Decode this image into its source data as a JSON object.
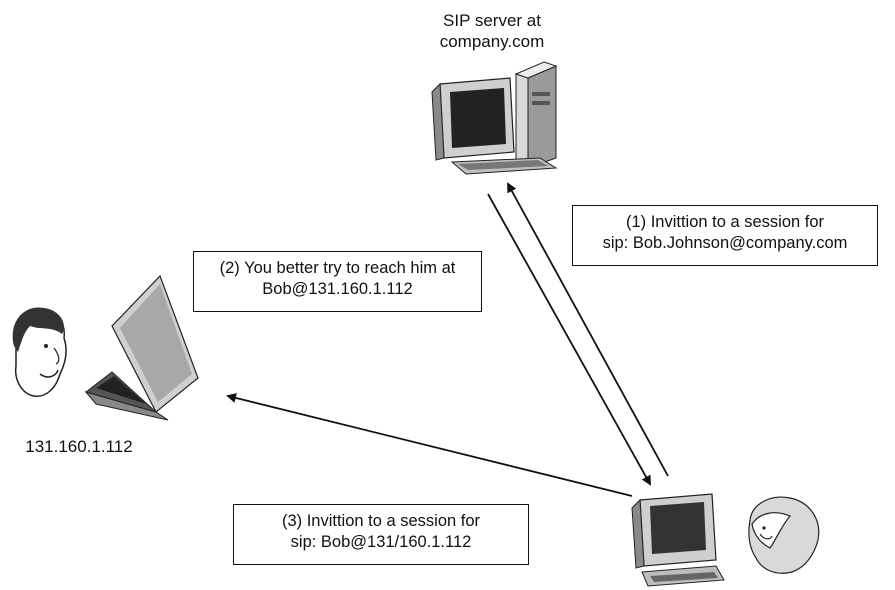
{
  "server": {
    "label_line1": "SIP server at",
    "label_line2": "company.com"
  },
  "laptop": {
    "address": "131.160.1.112"
  },
  "messages": [
    {
      "line1": "(1) Invittion to a session for",
      "line2": "sip: Bob.Johnson@company.com"
    },
    {
      "line1": "(2) You better try to reach him at",
      "line2": "Bob@131.160.1.112"
    },
    {
      "line1": "(3) Invittion to a session for",
      "line2": "sip: Bob@131/160.1.112"
    }
  ],
  "icons": [
    "server-computer-icon",
    "laptop-icon",
    "bob-face-icon",
    "desktop-computer-icon",
    "alice-face-icon"
  ]
}
